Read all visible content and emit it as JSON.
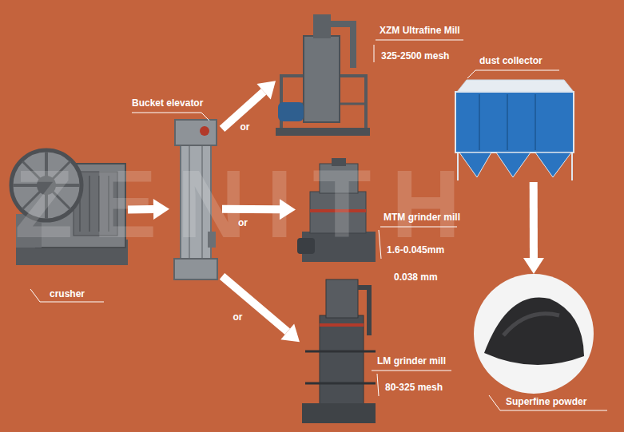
{
  "diagram": {
    "nodes": [
      {
        "text": [
          "crusher"
        ]
      },
      {
        "text": [
          "Bucket elevator"
        ]
      },
      {
        "text": [
          "XZM Ultrafine Mill",
          "325-2500 mesh"
        ]
      },
      {
        "text": [
          "MTM grinder mill",
          "1.6-0.045mm",
          "0.038 mm"
        ]
      },
      {
        "text": [
          "LM grinder mill",
          "80-325 mesh"
        ]
      },
      {
        "text": [
          "dust collector"
        ]
      },
      {
        "text": [
          "Superfine powder"
        ]
      }
    ],
    "edges": [
      {
        "from": 0,
        "to": 1,
        "arrow": "to"
      },
      {
        "from": 1,
        "to": 2,
        "label": "or",
        "arrow": "to"
      },
      {
        "from": 1,
        "to": 3,
        "label": "or",
        "arrow": "to"
      },
      {
        "from": 1,
        "to": 4,
        "label": "or",
        "arrow": "to"
      },
      {
        "from": 5,
        "to": 6,
        "arrow": "to"
      }
    ],
    "labels": [
      "ZENITH"
    ]
  }
}
